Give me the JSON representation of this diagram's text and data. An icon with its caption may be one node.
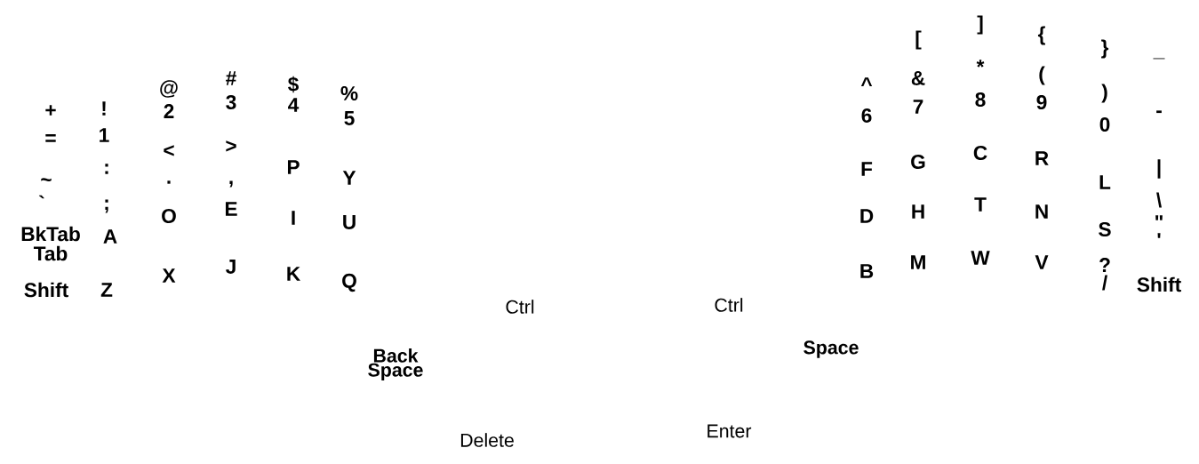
{
  "diagram": {
    "labels": [
      "+",
      "=",
      "!",
      "1",
      "@",
      "2",
      "#",
      "3",
      "$",
      "4",
      "%",
      "5",
      "<",
      ">",
      "P",
      "Y",
      ":",
      "~",
      ".",
      ",",
      ";",
      "`",
      "O",
      "E",
      "I",
      "U",
      "BkTab",
      "A",
      "Tab",
      "Shift",
      "Z",
      "X",
      "J",
      "K",
      "Q",
      "Ctrl",
      "Ctrl",
      "Back Space",
      "Space",
      "Delete",
      "Enter",
      "[",
      "]",
      "{",
      "}",
      "_",
      "^",
      "&",
      "*",
      "(",
      ")",
      "6",
      "7",
      "8",
      "9",
      "0",
      "-",
      "F",
      "G",
      "C",
      "R",
      "L",
      "|",
      "\\",
      "D",
      "H",
      "T",
      "N",
      "S",
      "\"",
      "'",
      "B",
      "M",
      "W",
      "V",
      "?",
      "/",
      "Shift"
    ]
  }
}
